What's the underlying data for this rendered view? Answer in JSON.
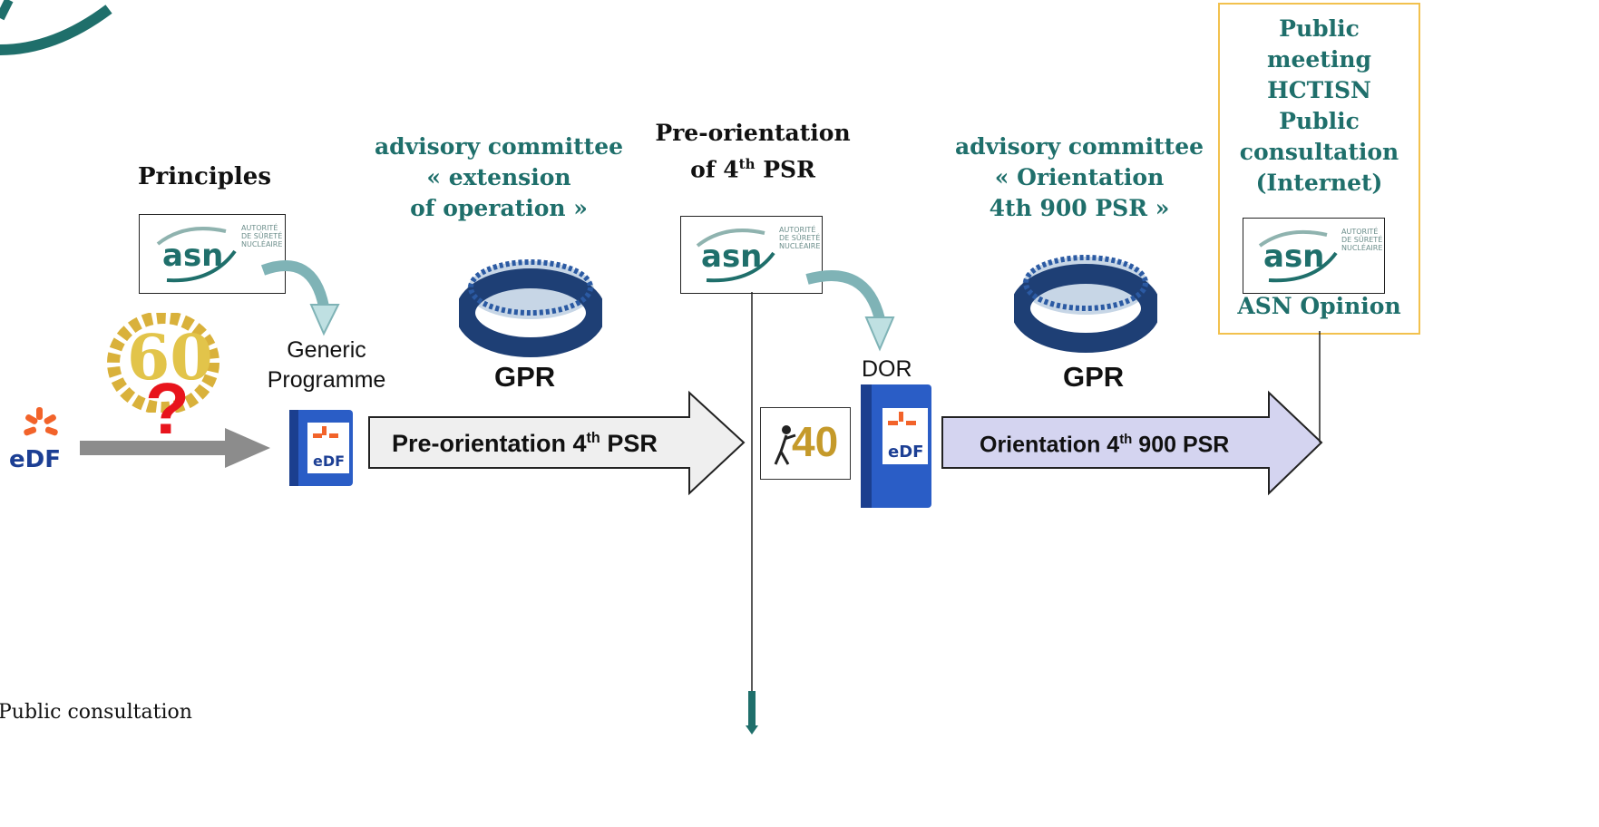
{
  "edf_logo_text": "eDF",
  "principles": "Principles",
  "generic_programme": [
    "Generic",
    "Programme"
  ],
  "laurel_number": "60",
  "question_mark": "?",
  "advisory_committee_1": [
    "advisory committee",
    "« extension",
    "of operation »"
  ],
  "gpr_1": "GPR",
  "arrow1_label": {
    "main": "Pre-orientation 4",
    "sup": "th",
    "tail": " PSR"
  },
  "pre_orientation": {
    "line1": "Pre-orientation",
    "line2_a": "of 4",
    "line2_sup": "th",
    "line2_b": " PSR"
  },
  "sign_40": "40",
  "dor": "DOR",
  "advisory_committee_2": [
    "advisory committee",
    "« Orientation",
    "4th 900 PSR »"
  ],
  "gpr_2": "GPR",
  "arrow2_label": {
    "main": "Orientation 4",
    "sup": "th",
    "tail": " 900 PSR"
  },
  "public_box": [
    "Public",
    "meeting",
    "HCTISN",
    "Public",
    "consultation",
    "(Internet)"
  ],
  "asn_opinion": "ASN Opinion",
  "asn_logo": {
    "word": "asn",
    "small": [
      "AUTORITÉ",
      "DE SÛRETÉ",
      "NUCLÉAIRE"
    ]
  },
  "bottom_left": "Public consultation",
  "colors": {
    "teal": "#1f6f6b",
    "grey_arrow": "#8c8c8c",
    "arrow1_fill": "#efefef",
    "arrow2_fill": "#d4d4f0",
    "public_border": "#f2c14e",
    "edf_orange": "#f2632a",
    "edf_blue": "#1c3f94"
  }
}
